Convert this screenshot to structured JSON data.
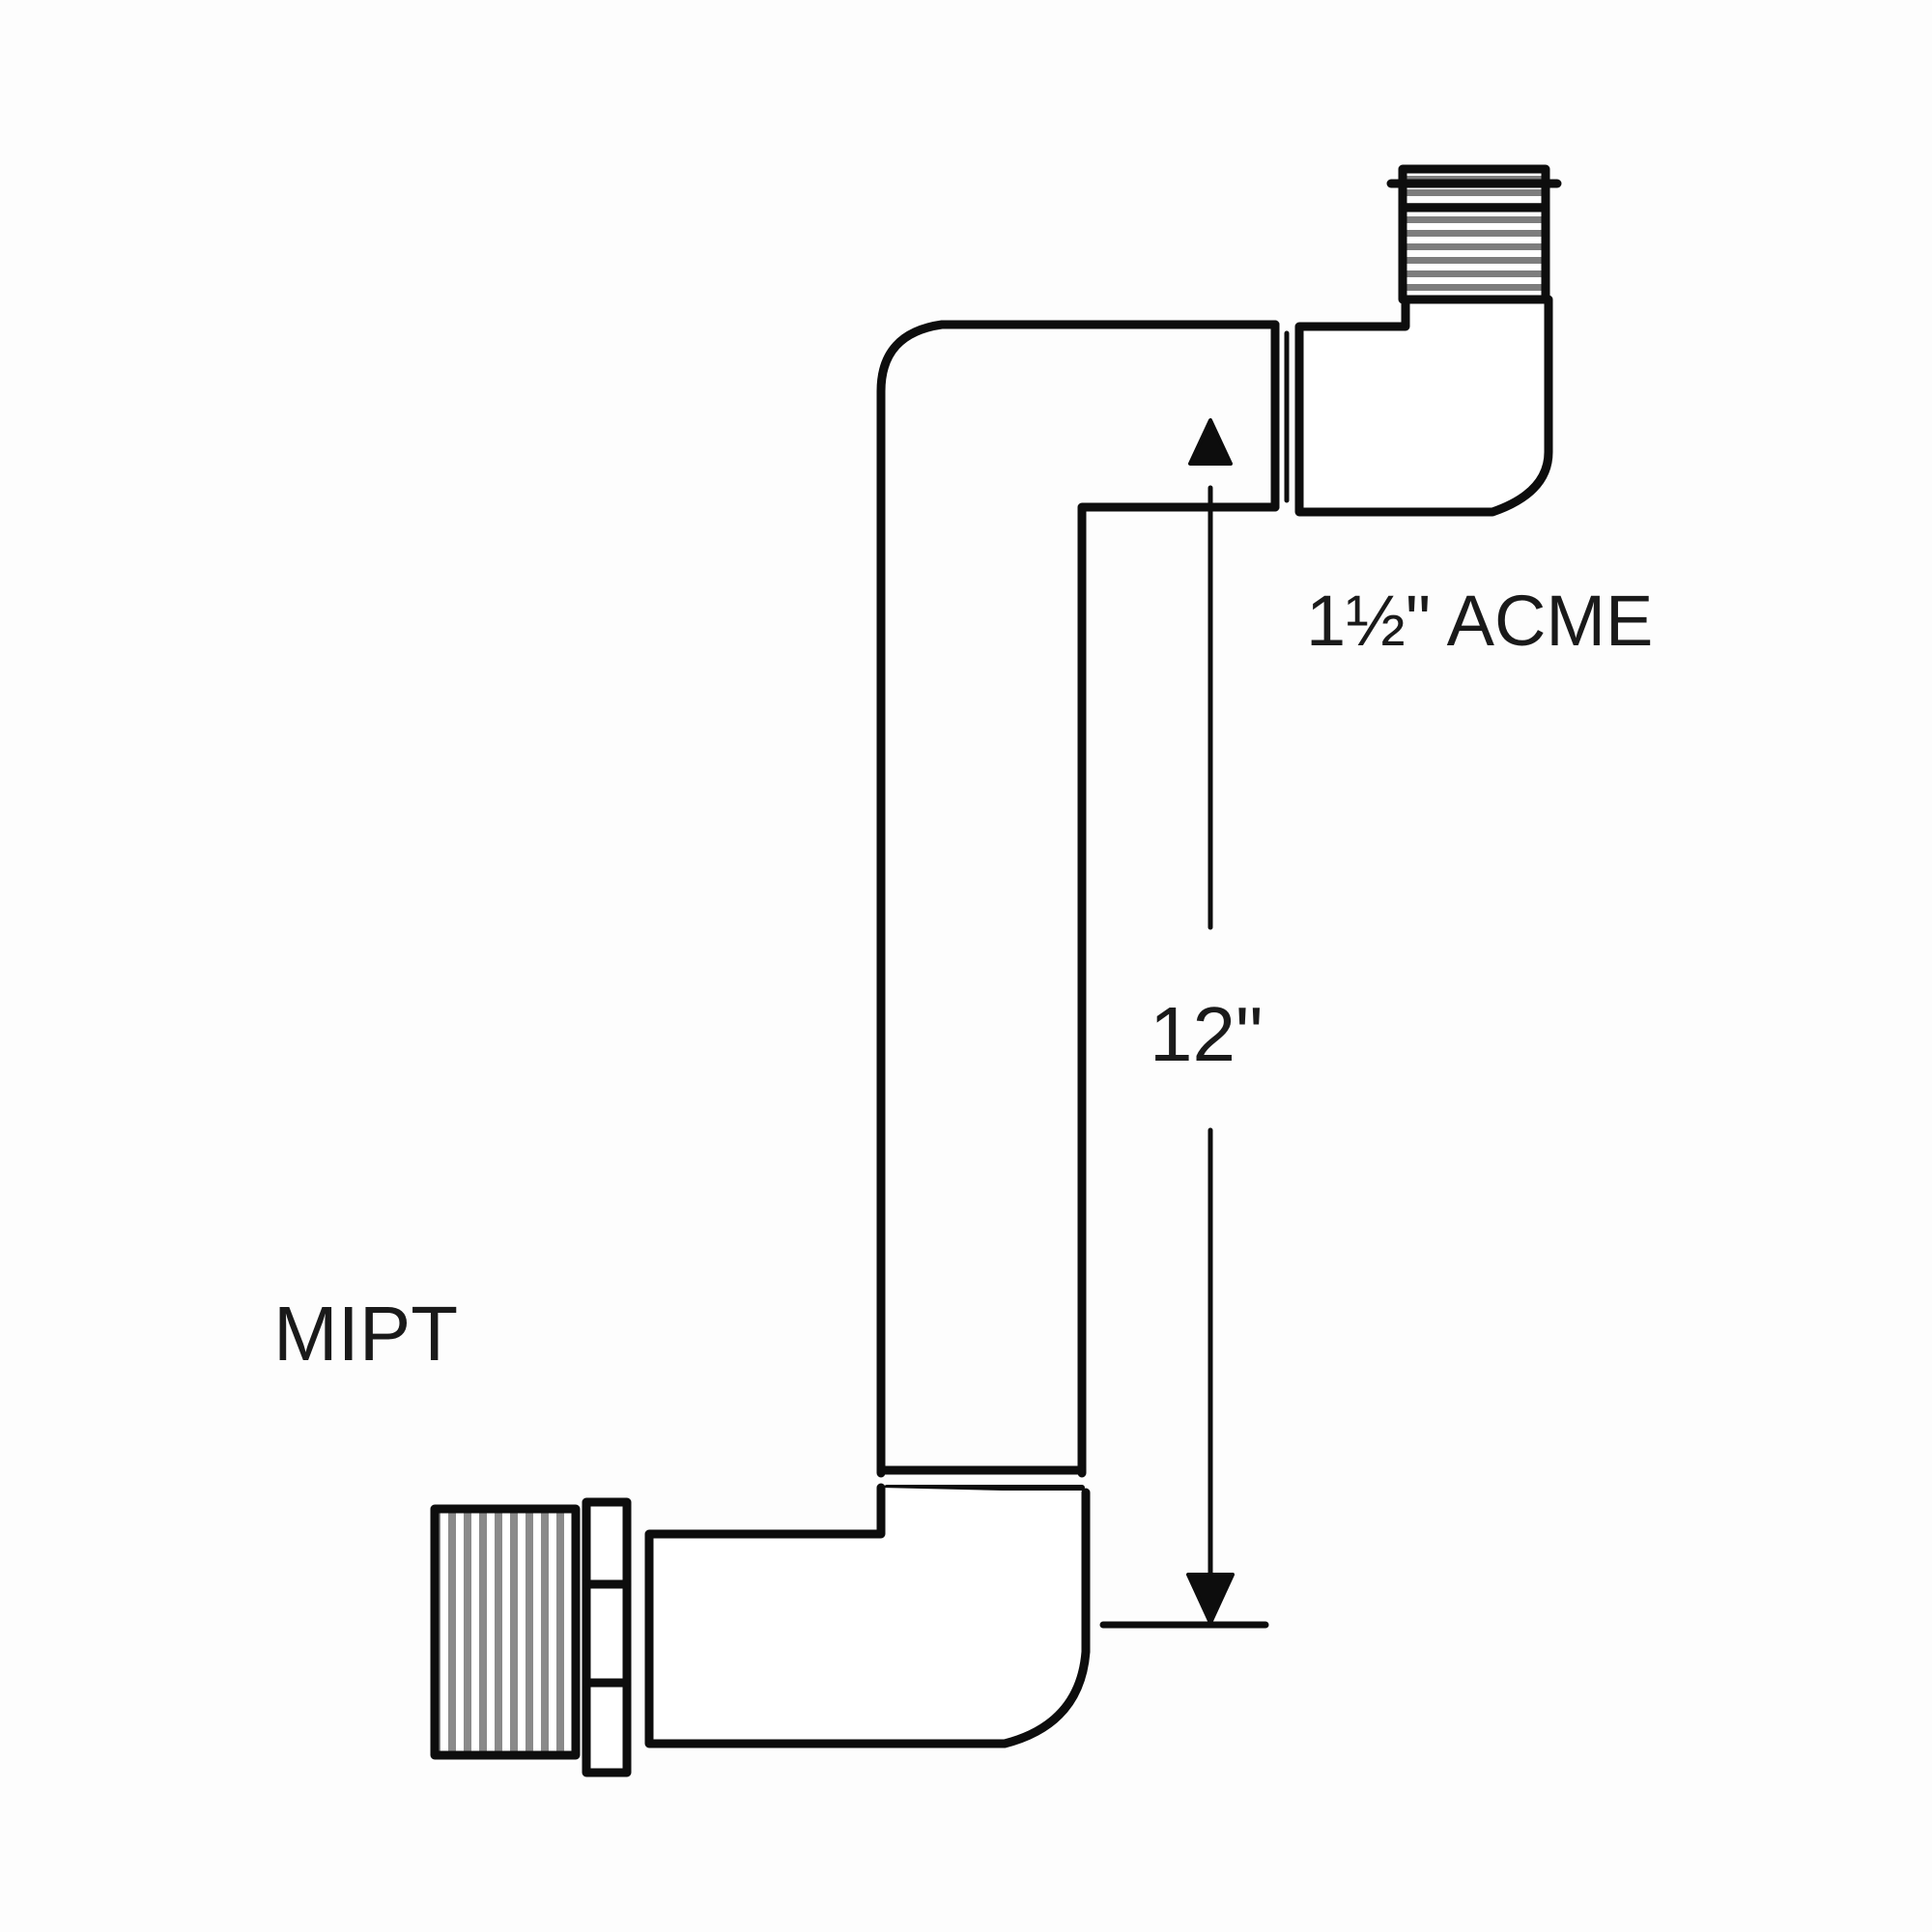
{
  "diagram": {
    "type": "technical line drawing",
    "subject": "swing joint / pipe riser assembly",
    "labels": {
      "top_connection": "1½\" ACME",
      "bottom_connection": "MIPT",
      "dimension": "12\""
    },
    "colors": {
      "line": "#0d0d0d",
      "background": "#fdfdfd",
      "thread_fill": "#8a8a8a"
    },
    "components": [
      {
        "id": "top-elbow",
        "description": "Elbow with 1½\" ACME threaded outlet"
      },
      {
        "id": "riser-pipe",
        "description": "Offset riser pipe (S-shaped)"
      },
      {
        "id": "bottom-elbow",
        "description": "Elbow with hex nut and MIPT threaded inlet"
      },
      {
        "id": "dimension-arrow",
        "description": "Vertical dimension line indicating 12\" height"
      }
    ]
  }
}
